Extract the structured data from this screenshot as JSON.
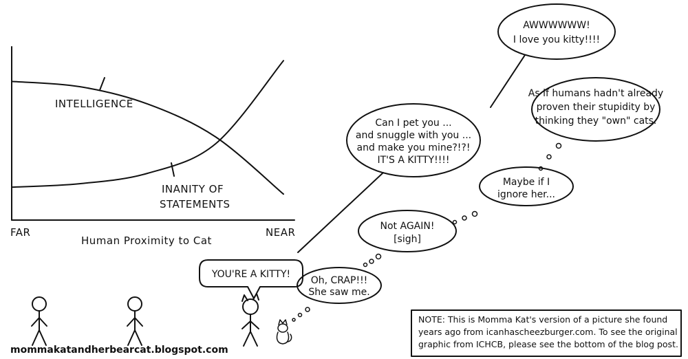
{
  "chart_data": {
    "type": "line",
    "xlabel": "Human Proximity to Cat",
    "x_tick_labels": [
      "FAR",
      "NEAR"
    ],
    "series": [
      {
        "name": "INTELLIGENCE",
        "x": [
          0,
          0.25,
          0.5,
          0.75,
          1.0
        ],
        "y": [
          0.8,
          0.77,
          0.67,
          0.48,
          0.15
        ]
      },
      {
        "name": "INANITY OF STATEMENTS",
        "x": [
          0,
          0.25,
          0.5,
          0.75,
          1.0
        ],
        "y": [
          0.19,
          0.21,
          0.27,
          0.44,
          0.92
        ]
      }
    ],
    "ylim": [
      0,
      1
    ],
    "grid": false
  },
  "speech": {
    "kitty": "YOU'RE A KITTY!",
    "pet": [
      "Can I pet you ...",
      "and snuggle with you ...",
      "and make you mine?!?!",
      "IT'S A KITTY!!!!"
    ],
    "aww": [
      "AWWWWWW!",
      "I love you kitty!!!!"
    ]
  },
  "thoughts": {
    "crap": [
      "Oh, CRAP!!!",
      "She saw me."
    ],
    "again": [
      "Not AGAIN!",
      "[sigh]"
    ],
    "ignore": [
      "Maybe if I",
      "ignore her..."
    ],
    "humans": [
      "As if humans hadn't already",
      "proven their stupidity by",
      "thinking they \"own\" cats."
    ]
  },
  "caption": "mommakatandherbearcat.blogspot.com",
  "note": [
    "NOTE: This is Momma Kat's version of a picture she found",
    "years ago from icanhascheezburger.com. To see the original",
    "graphic from ICHCB, please see the bottom of the blog post."
  ]
}
